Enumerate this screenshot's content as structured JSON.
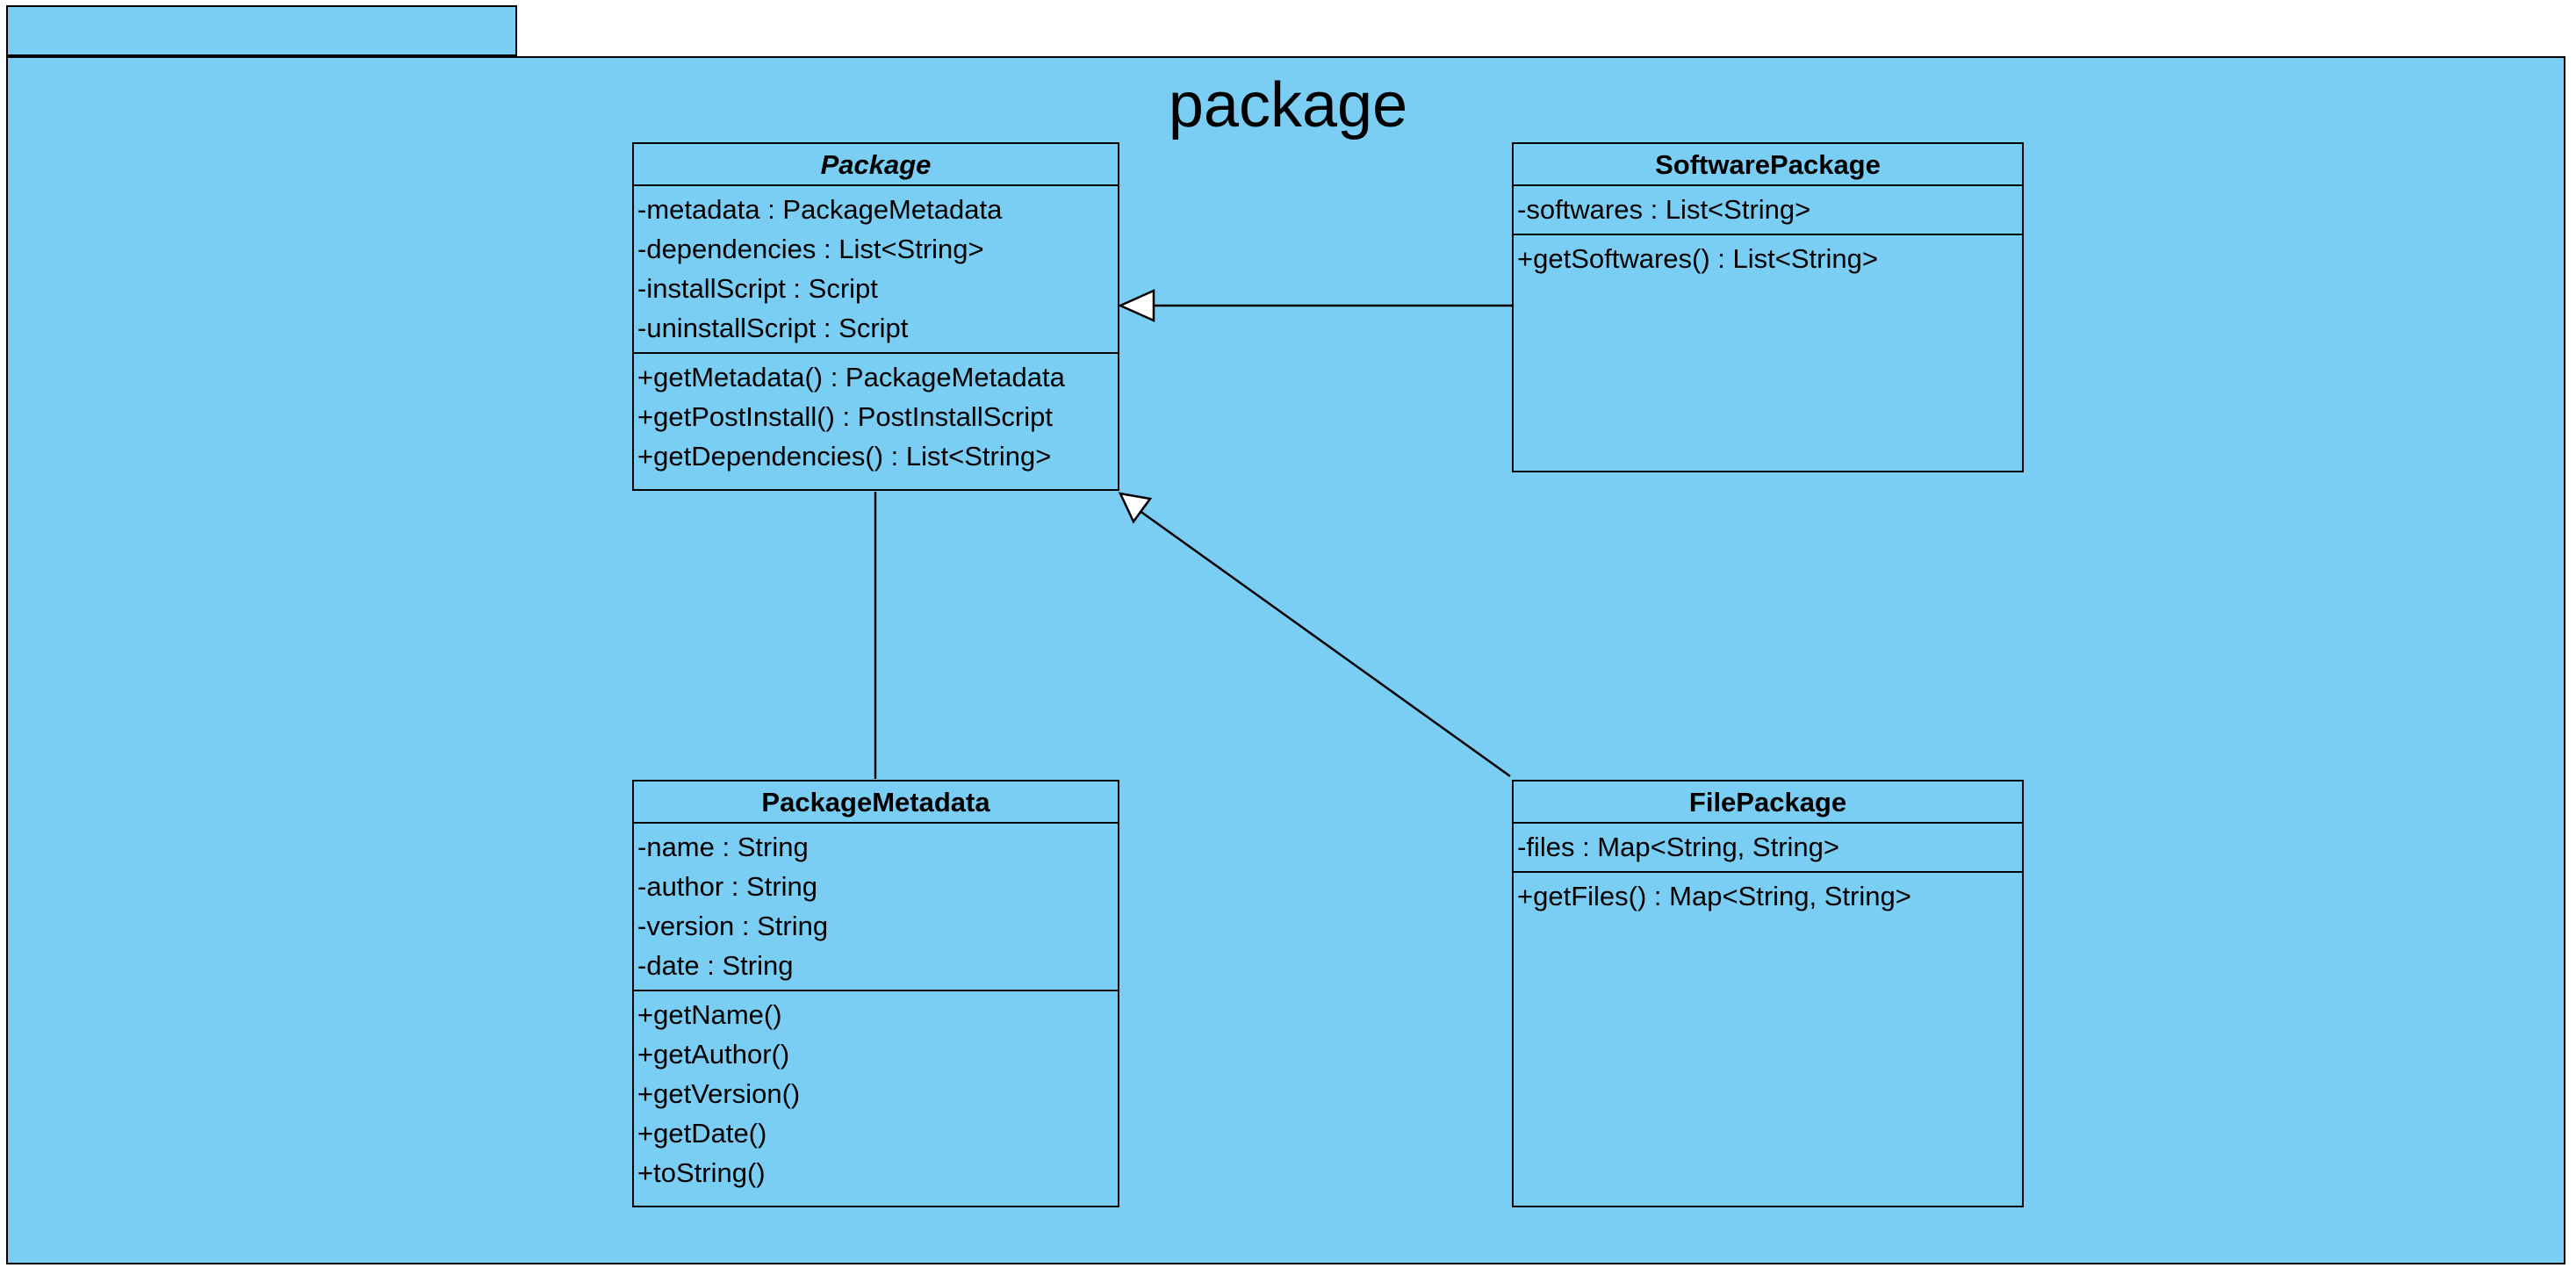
{
  "package": {
    "title": "package"
  },
  "classes": {
    "package_class": {
      "name": "Package",
      "attributes": [
        "-metadata : PackageMetadata",
        "-dependencies : List<String>",
        "-installScript : Script",
        "-uninstallScript : Script"
      ],
      "methods": [
        "+getMetadata() : PackageMetadata",
        "+getPostInstall() : PostInstallScript",
        "+getDependencies() : List<String>"
      ]
    },
    "software_package": {
      "name": "SoftwarePackage",
      "attributes": [
        "-softwares : List<String>"
      ],
      "methods": [
        "+getSoftwares() : List<String>"
      ]
    },
    "package_metadata": {
      "name": "PackageMetadata",
      "attributes": [
        "-name : String",
        "-author : String",
        "-version : String",
        "-date : String"
      ],
      "methods": [
        "+getName()",
        "+getAuthor()",
        "+getVersion()",
        "+getDate()",
        "+toString()"
      ]
    },
    "file_package": {
      "name": "FilePackage",
      "attributes": [
        "-files : Map<String, String>"
      ],
      "methods": [
        "+getFiles() : Map<String, String>"
      ]
    }
  },
  "relationships": [
    {
      "type": "generalization",
      "from": "SoftwarePackage",
      "to": "Package"
    },
    {
      "type": "generalization",
      "from": "FilePackage",
      "to": "Package"
    },
    {
      "type": "association",
      "from": "Package",
      "to": "PackageMetadata"
    }
  ]
}
